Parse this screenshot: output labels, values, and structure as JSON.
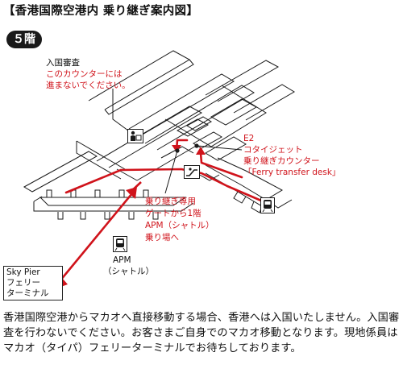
{
  "title": "【香港国際空港内 乗り継ぎ案内図】",
  "floor_badge": "５階",
  "immigration": {
    "label": "入国審査",
    "warning_line1": "このカウンターには",
    "warning_line2": "進まないでください。"
  },
  "e2_counter": {
    "line1": "E2",
    "line2": "コタイジェット",
    "line3": "乗り継ぎカウンター",
    "line4": "「Ferry transfer desk」"
  },
  "apm_directions": {
    "line1": "乗り継ぎ専用",
    "line2": "ゲートから1階",
    "line3": "APM（シャトル）",
    "line4": "乗り場へ"
  },
  "apm_station": {
    "line1": "APM",
    "line2": "（シャトル）"
  },
  "sky_pier": {
    "line1": "Sky Pier",
    "line2": "フェリー",
    "line3": "ターミナル"
  },
  "description": "香港国際空港からマカオへ直接移動する場合、香港へは入国いたしません。入国審査を行わないでください。お客さまご自身でのマカオ移動となります。現地係員はマカオ（タイパ）フェリーターミナルでお待ちしております。",
  "colors": {
    "route": "#d0131b",
    "outline": "#1a1a1a"
  },
  "icons": [
    "immigration-officer-icon",
    "escalator-icon",
    "train-icon",
    "train-icon"
  ]
}
